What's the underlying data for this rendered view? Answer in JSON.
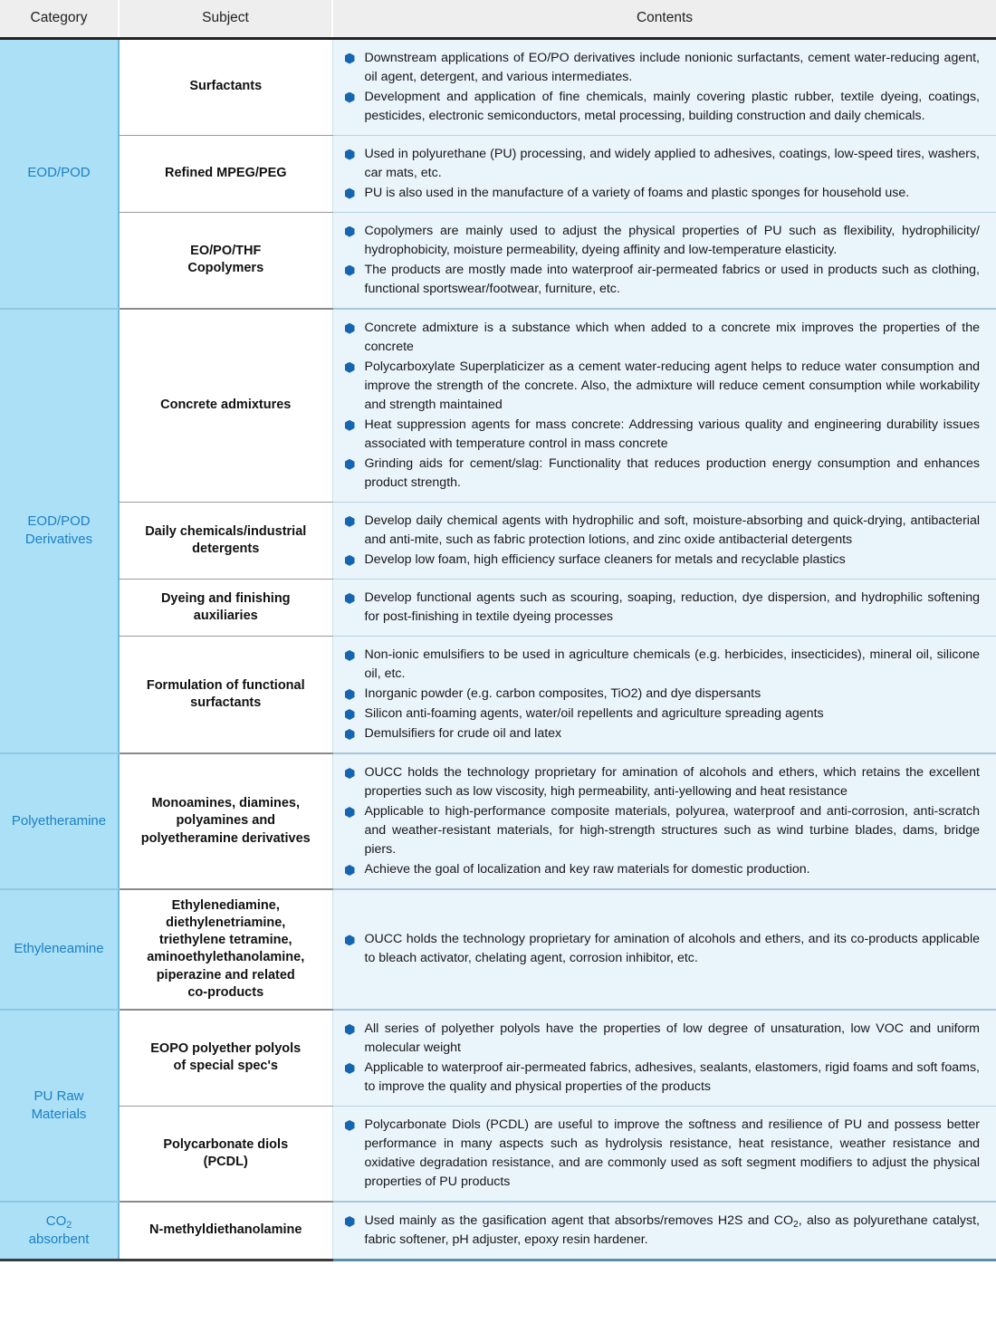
{
  "header": {
    "category": "Category",
    "subject": "Subject",
    "contents": "Contents"
  },
  "colors": {
    "category_bg": "#ace0f7",
    "category_text": "#1b80c4",
    "contents_bg": "#eaf4fb",
    "bullet": "#1565b0",
    "header_bg": "#eeeeee"
  },
  "rows": [
    {
      "category": "EOD/POD",
      "category_rowspan": 3,
      "subject": "Surfactants",
      "bullets": [
        "Downstream applications of EO/PO derivatives include nonionic surfactants, cement water-reducing agent, oil agent, detergent, and various intermediates.",
        "Development and application of fine chemicals, mainly covering plastic rubber, textile dyeing, coatings, pesticides, electronic semiconductors, metal processing, building construction and daily chemicals."
      ]
    },
    {
      "subject": "Refined MPEG/PEG",
      "bullets": [
        "Used in polyurethane (PU) processing, and widely applied to adhesives, coatings, low-speed tires, washers, car mats, etc.",
        "PU is also used in the manufacture of a variety of foams and plastic sponges for household use."
      ]
    },
    {
      "subject": "EO/PO/THF\nCopolymers",
      "group_end": true,
      "bullets": [
        "Copolymers are mainly used to adjust the physical properties of PU such as flexibility, hydrophilicity/ hydrophobicity, moisture permeability, dyeing affinity and low-temperature elasticity.",
        "The products are mostly made into waterproof air-permeated fabrics or used in products such as clothing, functional sportswear/footwear, furniture, etc."
      ]
    },
    {
      "category": "EOD/POD\nDerivatives",
      "category_rowspan": 4,
      "subject": "Concrete admixtures",
      "bullets": [
        "Concrete admixture is a substance which when added to a concrete mix improves the properties of the concrete",
        "Polycarboxylate Superplaticizer as a cement water-reducing agent helps to reduce water consumption and improve the strength of the concrete. Also, the admixture will reduce cement consumption while workability and strength maintained",
        "Heat suppression agents for mass concrete: Addressing various quality and engineering durability issues associated with temperature control in mass concrete",
        "Grinding aids for cement/slag: Functionality that reduces production energy consumption and enhances product strength."
      ]
    },
    {
      "subject": "Daily chemicals/industrial\ndetergents",
      "bullets": [
        "Develop daily chemical agents with hydrophilic and soft, moisture-absorbing and quick-drying, antibacterial and anti-mite, such as fabric protection lotions, and zinc oxide antibacterial detergents",
        "Develop low foam, high efficiency surface cleaners for metals and recyclable plastics"
      ]
    },
    {
      "subject": "Dyeing and finishing\nauxiliaries",
      "bullets": [
        "Develop functional agents such as scouring, soaping, reduction, dye dispersion, and hydrophilic softening for post-finishing in textile dyeing processes"
      ]
    },
    {
      "subject": "Formulation of functional\nsurfactants",
      "group_end": true,
      "bullets": [
        "Non-ionic emulsifiers to be used in agriculture chemicals (e.g. herbicides, insecticides), mineral oil, silicone oil, etc.",
        "Inorganic powder (e.g. carbon composites, TiO2) and dye dispersants",
        "Silicon anti-foaming agents, water/oil repellents and agriculture spreading agents",
        "Demulsifiers for crude oil and latex"
      ]
    },
    {
      "category": "Polyetheramine",
      "category_rowspan": 1,
      "subject": "Monoamines, diamines,\npolyamines and\npolyetheramine derivatives",
      "group_end": true,
      "bullets": [
        "OUCC holds the technology proprietary for amination of alcohols and ethers, which retains the excellent properties such as low viscosity, high permeability, anti-yellowing and heat resistance",
        "Applicable to high-performance composite materials, polyurea, waterproof and anti-corrosion, anti-scratch and weather-resistant materials, for high-strength structures such as wind turbine blades, dams, bridge piers.",
        "Achieve the goal of localization and key raw materials for domestic production."
      ]
    },
    {
      "category": "Ethyleneamine",
      "category_rowspan": 1,
      "subject": "Ethylenediamine,\ndiethylenetriamine,\ntriethylene tetramine,\naminoethylethanolamine,\npiperazine and related\nco-products",
      "group_end": true,
      "bullets": [
        "OUCC holds the technology proprietary for amination of alcohols and ethers, and its co-products applicable to bleach activator, chelating agent, corrosion inhibitor, etc."
      ]
    },
    {
      "category": "PU Raw\nMaterials",
      "category_rowspan": 2,
      "subject": "EOPO polyether polyols\nof special spec's",
      "bullets": [
        "All series of polyether polyols have the properties of low degree of unsaturation, low VOC and uniform molecular weight",
        "Applicable to waterproof air-permeated fabrics, adhesives, sealants, elastomers, rigid foams and soft foams, to improve the quality and physical properties of the products"
      ]
    },
    {
      "subject": "Polycarbonate diols\n(PCDL)",
      "group_end": true,
      "bullets": [
        "Polycarbonate Diols (PCDL) are useful to improve the softness and resilience of PU and possess better performance in many aspects such as hydrolysis resistance, heat resistance, weather resistance and oxidative degradation resistance, and are commonly used as soft segment modifiers to adjust the physical properties of PU products"
      ]
    },
    {
      "category": "CO<sub>2</sub>\nabsorbent",
      "category_html": true,
      "category_rowspan": 1,
      "subject": "N-methyldiethanolamine",
      "table_end": true,
      "bullets_html": [
        "Used mainly as the gasification agent that absorbs/removes H2S and CO<sub>2</sub>, also as polyurethane catalyst, fabric softener, pH adjuster, epoxy resin hardener."
      ],
      "bullets": [
        "Used mainly as the gasification agent that absorbs/removes H2S and CO2, also as polyurethane catalyst, fabric softener, pH adjuster, epoxy resin hardener."
      ]
    }
  ]
}
